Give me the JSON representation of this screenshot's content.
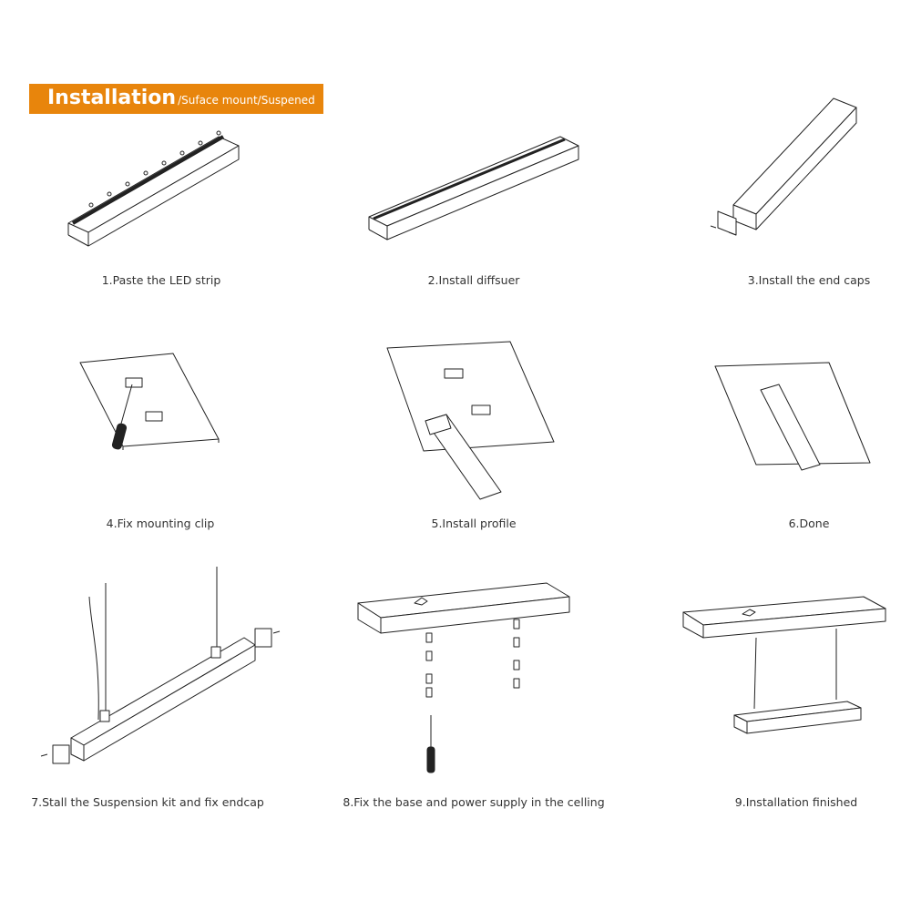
{
  "header": {
    "title": "Installation",
    "subtitle": "/Suface mount/Suspened",
    "color": "#E8850C"
  },
  "steps": [
    {
      "label": "1.Paste the LED strip"
    },
    {
      "label": "2.Install diffsuer"
    },
    {
      "label": "3.Install the end caps"
    },
    {
      "label": "4.Fix mounting clip"
    },
    {
      "label": "5.Install profile"
    },
    {
      "label": "6.Done"
    },
    {
      "label": "7.Stall the Suspension kit and fix endcap"
    },
    {
      "label": "8.Fix the base and power supply in the celling"
    },
    {
      "label": "9.Installation finished"
    }
  ]
}
